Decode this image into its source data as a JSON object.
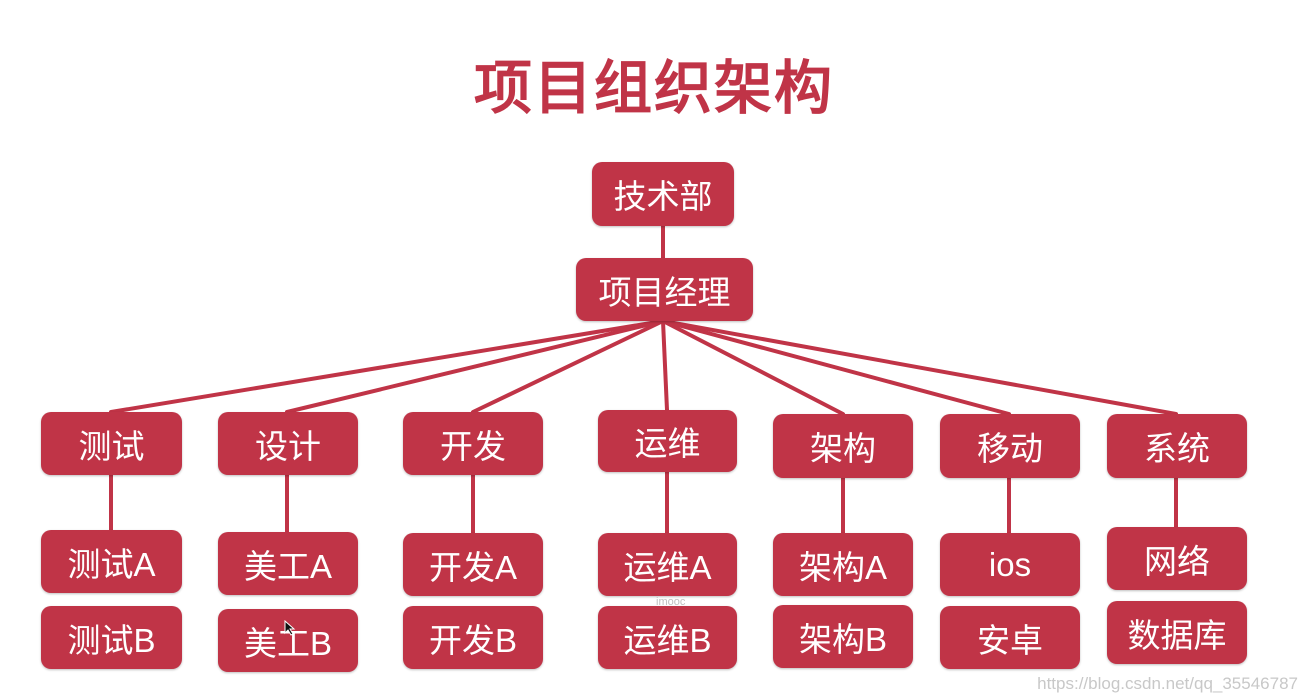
{
  "title": "项目组织架构",
  "root": "技术部",
  "manager": "项目经理",
  "colors": {
    "accent": "#c03447",
    "text": "#ffffff",
    "line": "#c03447"
  },
  "departments": [
    {
      "name": "测试",
      "children": [
        "测试A",
        "测试B"
      ]
    },
    {
      "name": "设计",
      "children": [
        "美工A",
        "美工B"
      ]
    },
    {
      "name": "开发",
      "children": [
        "开发A",
        "开发B"
      ]
    },
    {
      "name": "运维",
      "children": [
        "运维A",
        "运维B"
      ]
    },
    {
      "name": "架构",
      "children": [
        "架构A",
        "架构B"
      ]
    },
    {
      "name": "移动",
      "children": [
        "ios",
        "安卓"
      ]
    },
    {
      "name": "系统",
      "children": [
        "网络",
        "数据库"
      ]
    }
  ],
  "overlay": {
    "mooc": "imooc",
    "watermark": "https://blog.csdn.net/qq_35546787"
  }
}
